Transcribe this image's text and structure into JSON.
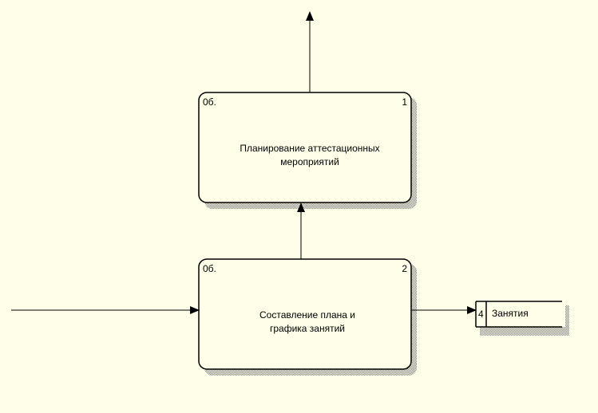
{
  "diagram": {
    "colors": {
      "background": "#fffee8",
      "box_fill": "#fffee8",
      "stroke": "#000000",
      "shadow": "#8a8a8a"
    },
    "process_1": {
      "corner_label": "0б.",
      "number": "1",
      "title_line1": "Планирование аттестационных",
      "title_line2": "мероприятий"
    },
    "process_2": {
      "corner_label": "0б.",
      "number": "2",
      "title_line1": "Составление плана и",
      "title_line2": "графика занятий"
    },
    "data_store": {
      "number": "4",
      "name": "Занятия"
    }
  }
}
